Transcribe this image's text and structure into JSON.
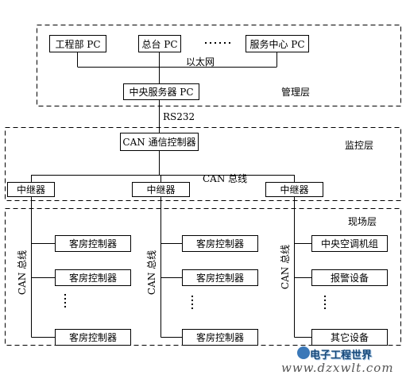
{
  "management": {
    "label": "管理层",
    "pcs": [
      "工程部 PC",
      "总台 PC",
      "服务中心 PC"
    ],
    "ellipsis": "…",
    "ethernet": "以太网",
    "server": "中央服务器 PC"
  },
  "link": {
    "rs232": "RS232"
  },
  "monitor": {
    "label": "监控层",
    "controller": "CAN 通信控制器",
    "bus": "CAN 总线",
    "repeaters": [
      "中继器",
      "中继器",
      "中继器"
    ]
  },
  "field": {
    "label": "现场层",
    "bus_vertical": "CAN 总线",
    "col1": [
      "客房控制器",
      "客房控制器",
      "客房控制器"
    ],
    "col2": [
      "客房控制器",
      "客房控制器",
      "客房控制器"
    ],
    "col3": [
      "中央空调机组",
      "报警设备",
      "其它设备"
    ]
  },
  "watermark": {
    "title": "电子工程世界",
    "url": "www.dzxwlt.com"
  }
}
